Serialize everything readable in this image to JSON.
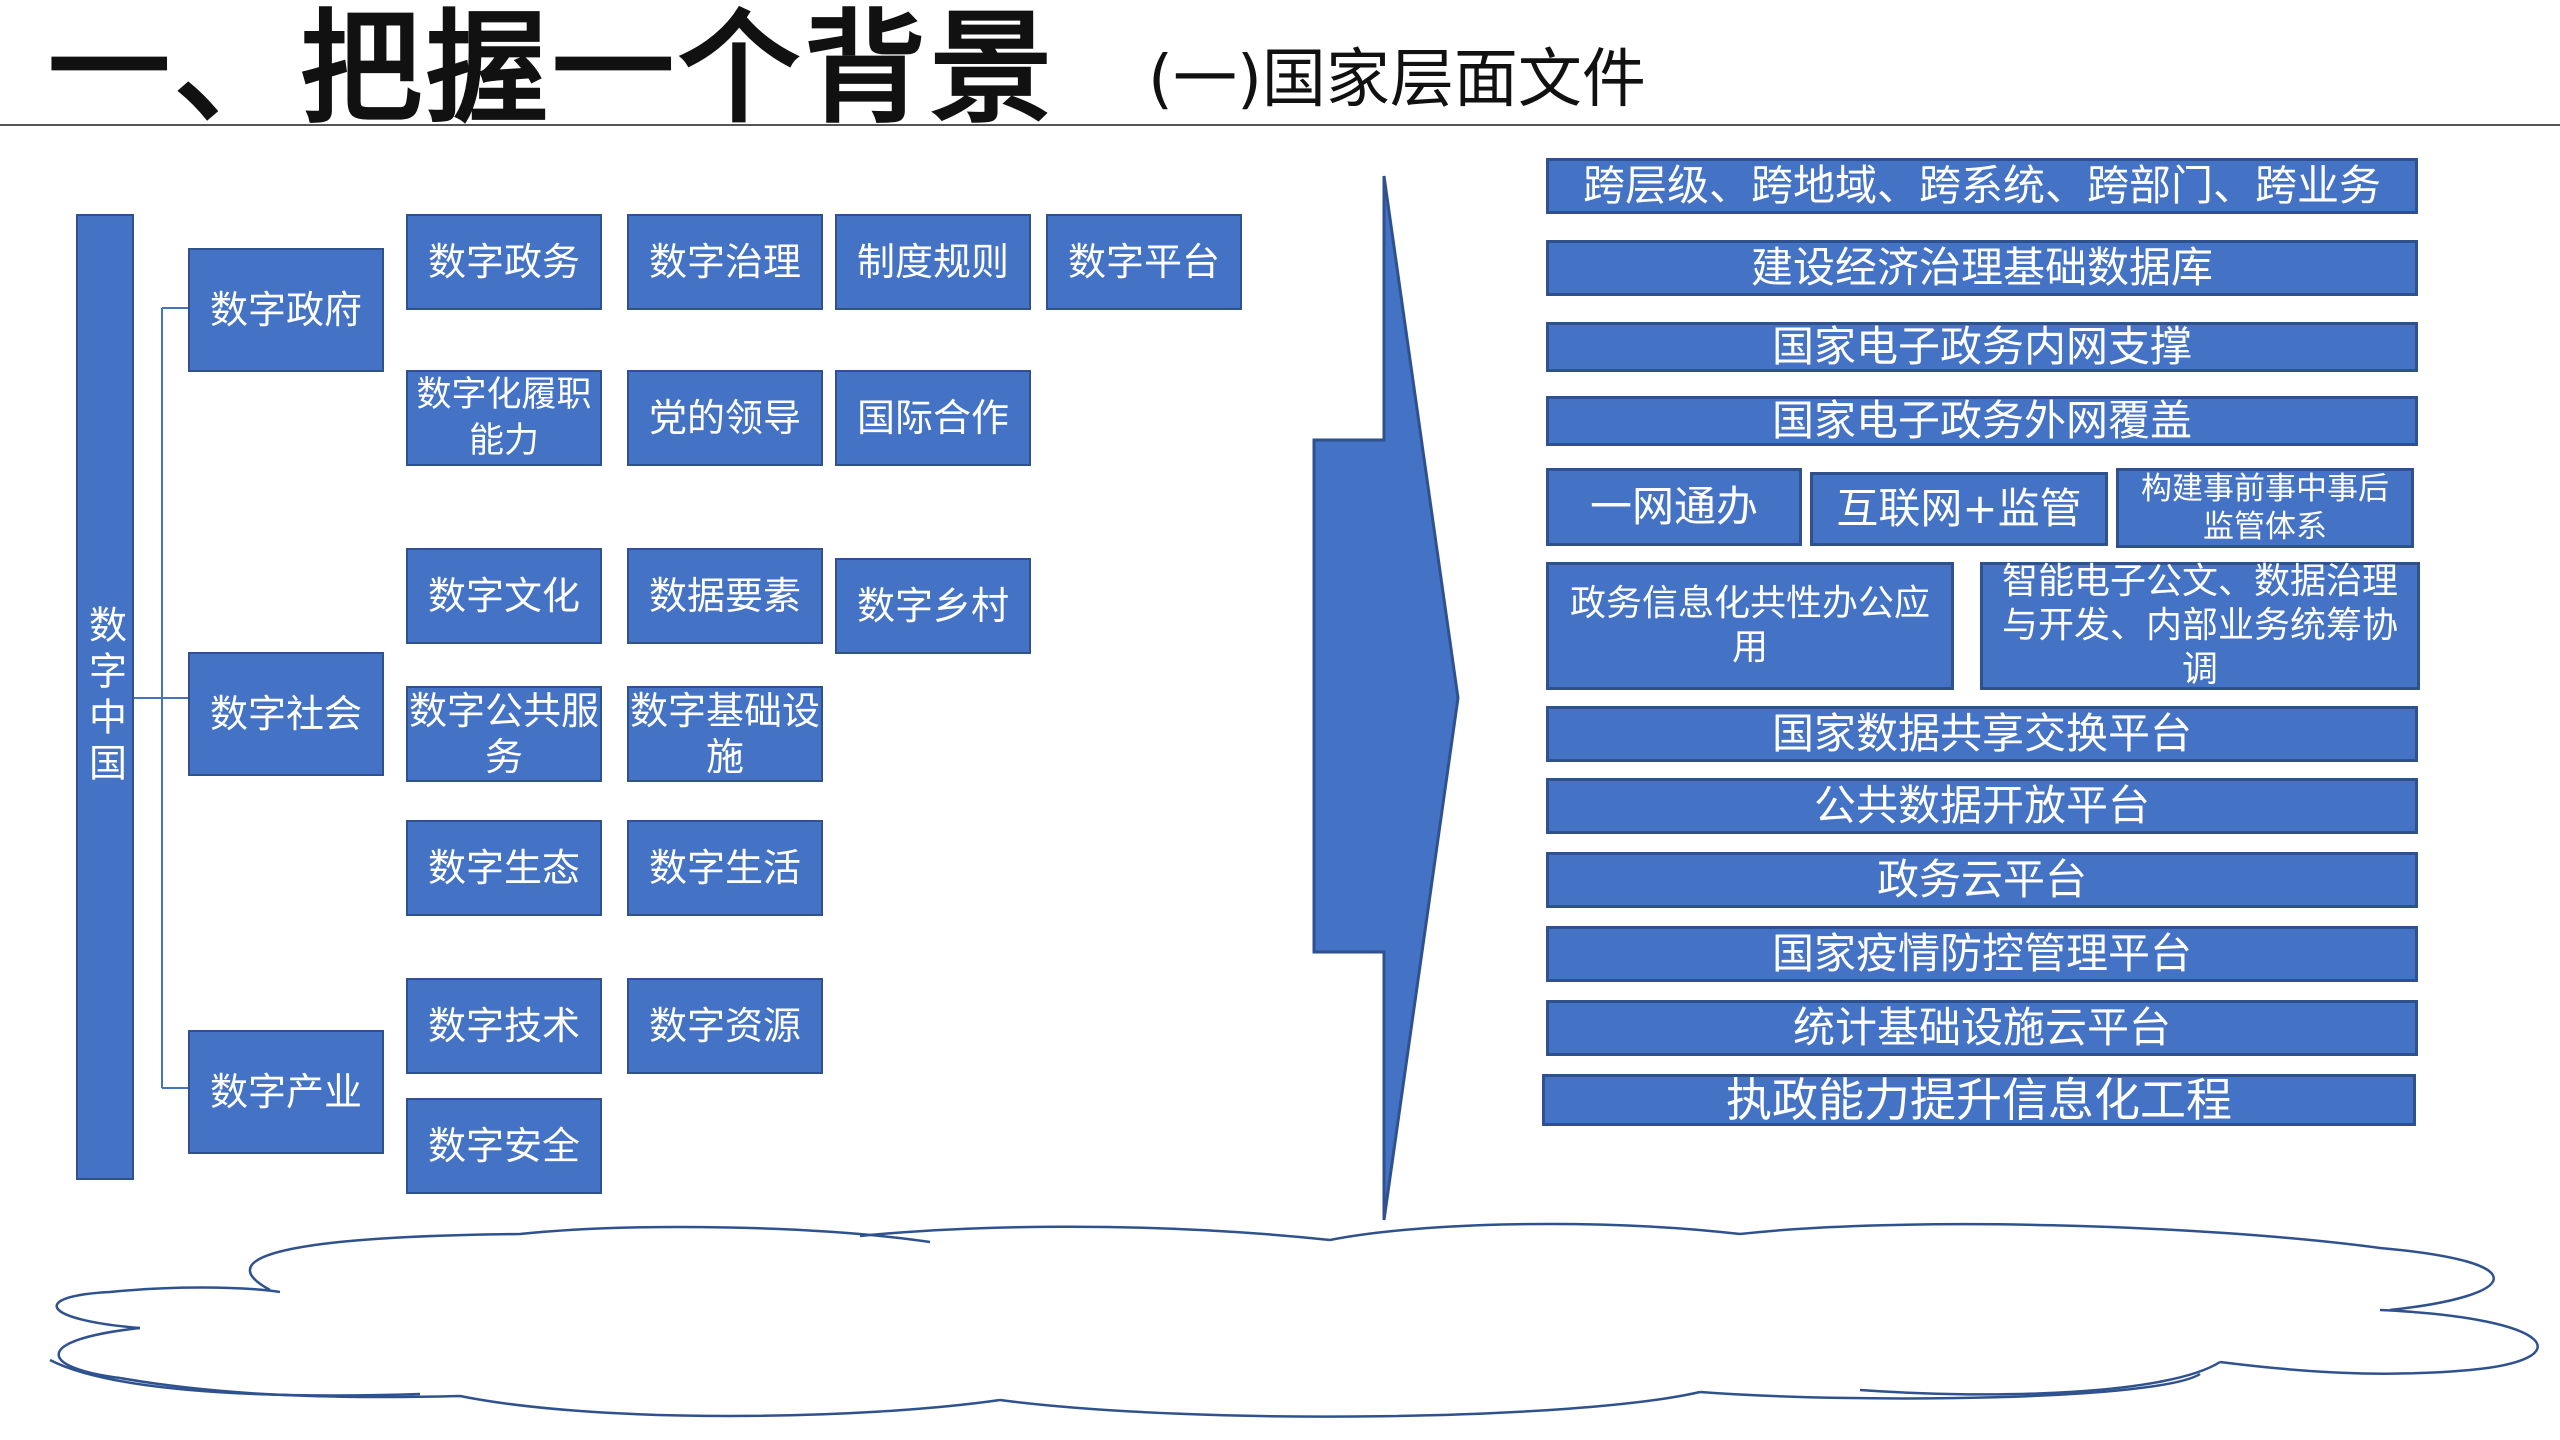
{
  "header": {
    "title": "一、把握一个背景",
    "subtitle": "(一)国家层面文件"
  },
  "tree": {
    "root": "数字中国",
    "groups": [
      {
        "label": "数字政府",
        "rows": [
          [
            "数字政务",
            "数字治理",
            "制度规则",
            "数字平台"
          ],
          [
            "数字化履职能力",
            "党的领导",
            "国际合作"
          ]
        ]
      },
      {
        "label": "数字社会",
        "rows": [
          [
            "数字文化",
            "数据要素",
            "数字乡村"
          ],
          [
            "数字公共服务",
            "数字基础设施"
          ],
          [
            "数字生态",
            "数字生活"
          ]
        ]
      },
      {
        "label": "数字产业",
        "rows": [
          [
            "数字技术",
            "数字资源"
          ],
          [
            "数字安全"
          ]
        ]
      }
    ]
  },
  "bars": {
    "b1": "跨层级、跨地域、跨系统、跨部门、跨业务",
    "b2": "建设经济治理基础数据库",
    "b3": "国家电子政务内网支撑",
    "b4": "国家电子政务外网覆盖",
    "b5a": "一网通办",
    "b5b": "互联网+监管",
    "b5c": "构建事前事中事后监管体系",
    "b6a": "政务信息化共性办公应用",
    "b6b": "智能电子公文、数据治理与开发、内部业务统筹协调",
    "b7": "国家数据共享交换平台",
    "b8": "公共数据开放平台",
    "b9": "政务云平台",
    "b10": "国家疫情防控管理平台",
    "b11": "统计基础设施云平台",
    "b12": "执政能力提升信息化工程"
  },
  "colors": {
    "box_fill": "#4472c4",
    "box_border": "#2f528f",
    "connector": "#4472c4",
    "cloud_stroke": "#2f528f"
  }
}
